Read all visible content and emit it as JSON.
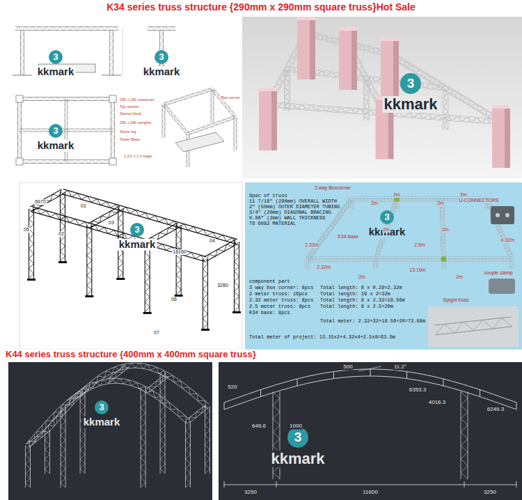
{
  "diagram": {
    "title": "K34 series truss structure {290mm x 290mm square truss}Hot Sale",
    "labels": [
      "K44 series truss structure {400mm x 400mm square truss}",
      "3",
      "kkmark",
      "3",
      "kkmark",
      "3",
      "kkmark",
      "3",
      "kkmark",
      "3",
      "kkmark",
      "3",
      "kkmark",
      "3",
      "kkmark",
      "3",
      "kkmark",
      "290 x 290 crossover",
      "Top section",
      "Sleeve block",
      "290 x 290 uprights",
      "Shore leg",
      "Tower Base",
      "1.2/1 x 1.0 stage",
      "Box corner",
      "18160",
      "3280",
      "6970",
      "01",
      "02",
      "03",
      "04",
      "05",
      "06",
      "07",
      "Spec of truss",
      "11 7/16\" (290mm) OVERALL WIDTH",
      "2\" (50mm) OUTER DIAMETER TUBING",
      "3/4\" (20mm) DIAGONAL BRACING",
      "0.08\" (2mm) WALL THICKNESS",
      "T6 6082 MATERIAL",
      "3 way Boxcorner",
      "U-CONNECTORS",
      "couple clamp",
      "Spigot truss",
      "K34 base",
      "2m",
      "2m",
      "2m",
      "2m",
      "2m",
      "2m",
      "2.32m",
      "4.32m",
      "2.32m",
      "13.16m",
      "2m",
      "2m",
      "2.5m",
      "component part",
      "3 way box corner: 8pcs",
      "2 meter truss: 16pcs",
      "2.32 meter truss: 8pcs",
      "2.5 meter truss: 8pcs",
      "K34 base: 8pcs",
      "Total length: 8 x 0.29=2.32m",
      "Total length: 16 x 2=32m",
      "Total length: 8 x 2.32=18.56m",
      "Total length: 8 x 2.5=20m",
      "Total meter: 2.32+32+18.56+20=72.88m",
      "Total meter of project: 13.15x2+4.32x4+2.5x8=63.6m",
      "500",
      "11.2°",
      "6353.3",
      "4016.3",
      "6249.3",
      "520",
      "646.6",
      "1000",
      "3250",
      "11600",
      "3250"
    ]
  }
}
